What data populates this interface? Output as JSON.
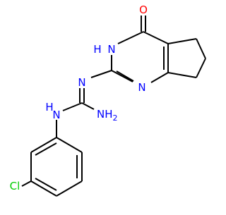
{
  "molecule": {
    "atoms": {
      "oxygen": "O",
      "nh_ring": "H",
      "n_ring_upper": "N",
      "n_ring_lower": "N",
      "n_imine": "N",
      "nh_amine": "H",
      "n_amine": "N",
      "nh2": "NH",
      "nh2_sub": "2",
      "chlorine": "Cl"
    }
  },
  "colors": {
    "bond": "#000000",
    "nitrogen": "#0000ff",
    "oxygen": "#ff0000",
    "chlorine": "#00cc00"
  }
}
